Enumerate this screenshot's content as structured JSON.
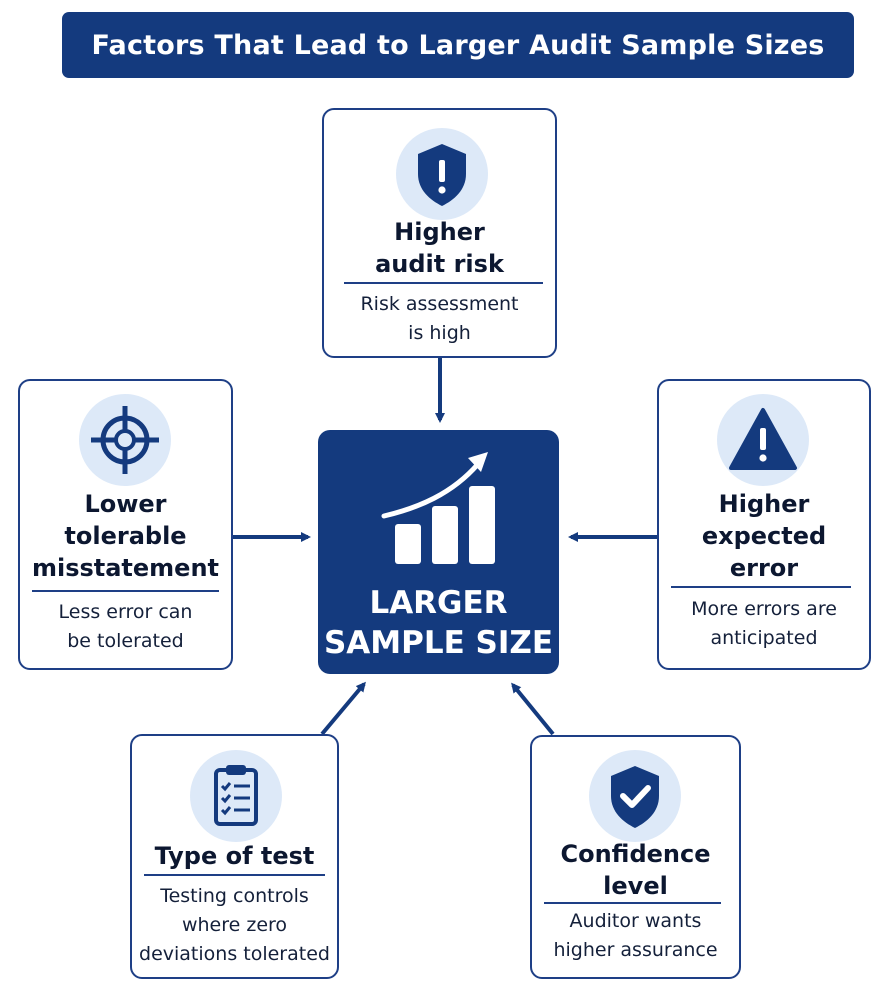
{
  "title": "Factors That Lead to Larger Audit Sample Sizes",
  "center": {
    "line1": "LARGER",
    "line2": "SAMPLE SIZE",
    "icon": "growth-chart-icon"
  },
  "factors": {
    "top": {
      "title_line1": "Higher",
      "title_line2": "audit risk",
      "desc_line1": "Risk assessment",
      "desc_line2": "is high",
      "icon": "shield-exclamation-icon"
    },
    "left": {
      "title_line1": "Lower",
      "title_line2": "tolerable",
      "title_line3": "misstatement",
      "desc_line1": "Less error can",
      "desc_line2": "be tolerated",
      "icon": "target-crosshair-icon"
    },
    "right": {
      "title_line1": "Higher",
      "title_line2": "expected",
      "title_line3": "error",
      "desc_line1": "More errors are",
      "desc_line2": "anticipated",
      "icon": "warning-triangle-icon"
    },
    "bottom_left": {
      "title_line1": "Type of test",
      "desc_line1": "Testing controls",
      "desc_line2": "where zero",
      "desc_line3": "deviations tolerated",
      "icon": "checklist-clipboard-icon"
    },
    "bottom_right": {
      "title_line1": "Confidence",
      "title_line2": "level",
      "desc_line1": "Auditor wants",
      "desc_line2": "higher assurance",
      "icon": "shield-check-icon"
    }
  },
  "colors": {
    "navy": "#143a7e",
    "border": "#1e3f86",
    "icon_bg": "#dde9f8"
  }
}
